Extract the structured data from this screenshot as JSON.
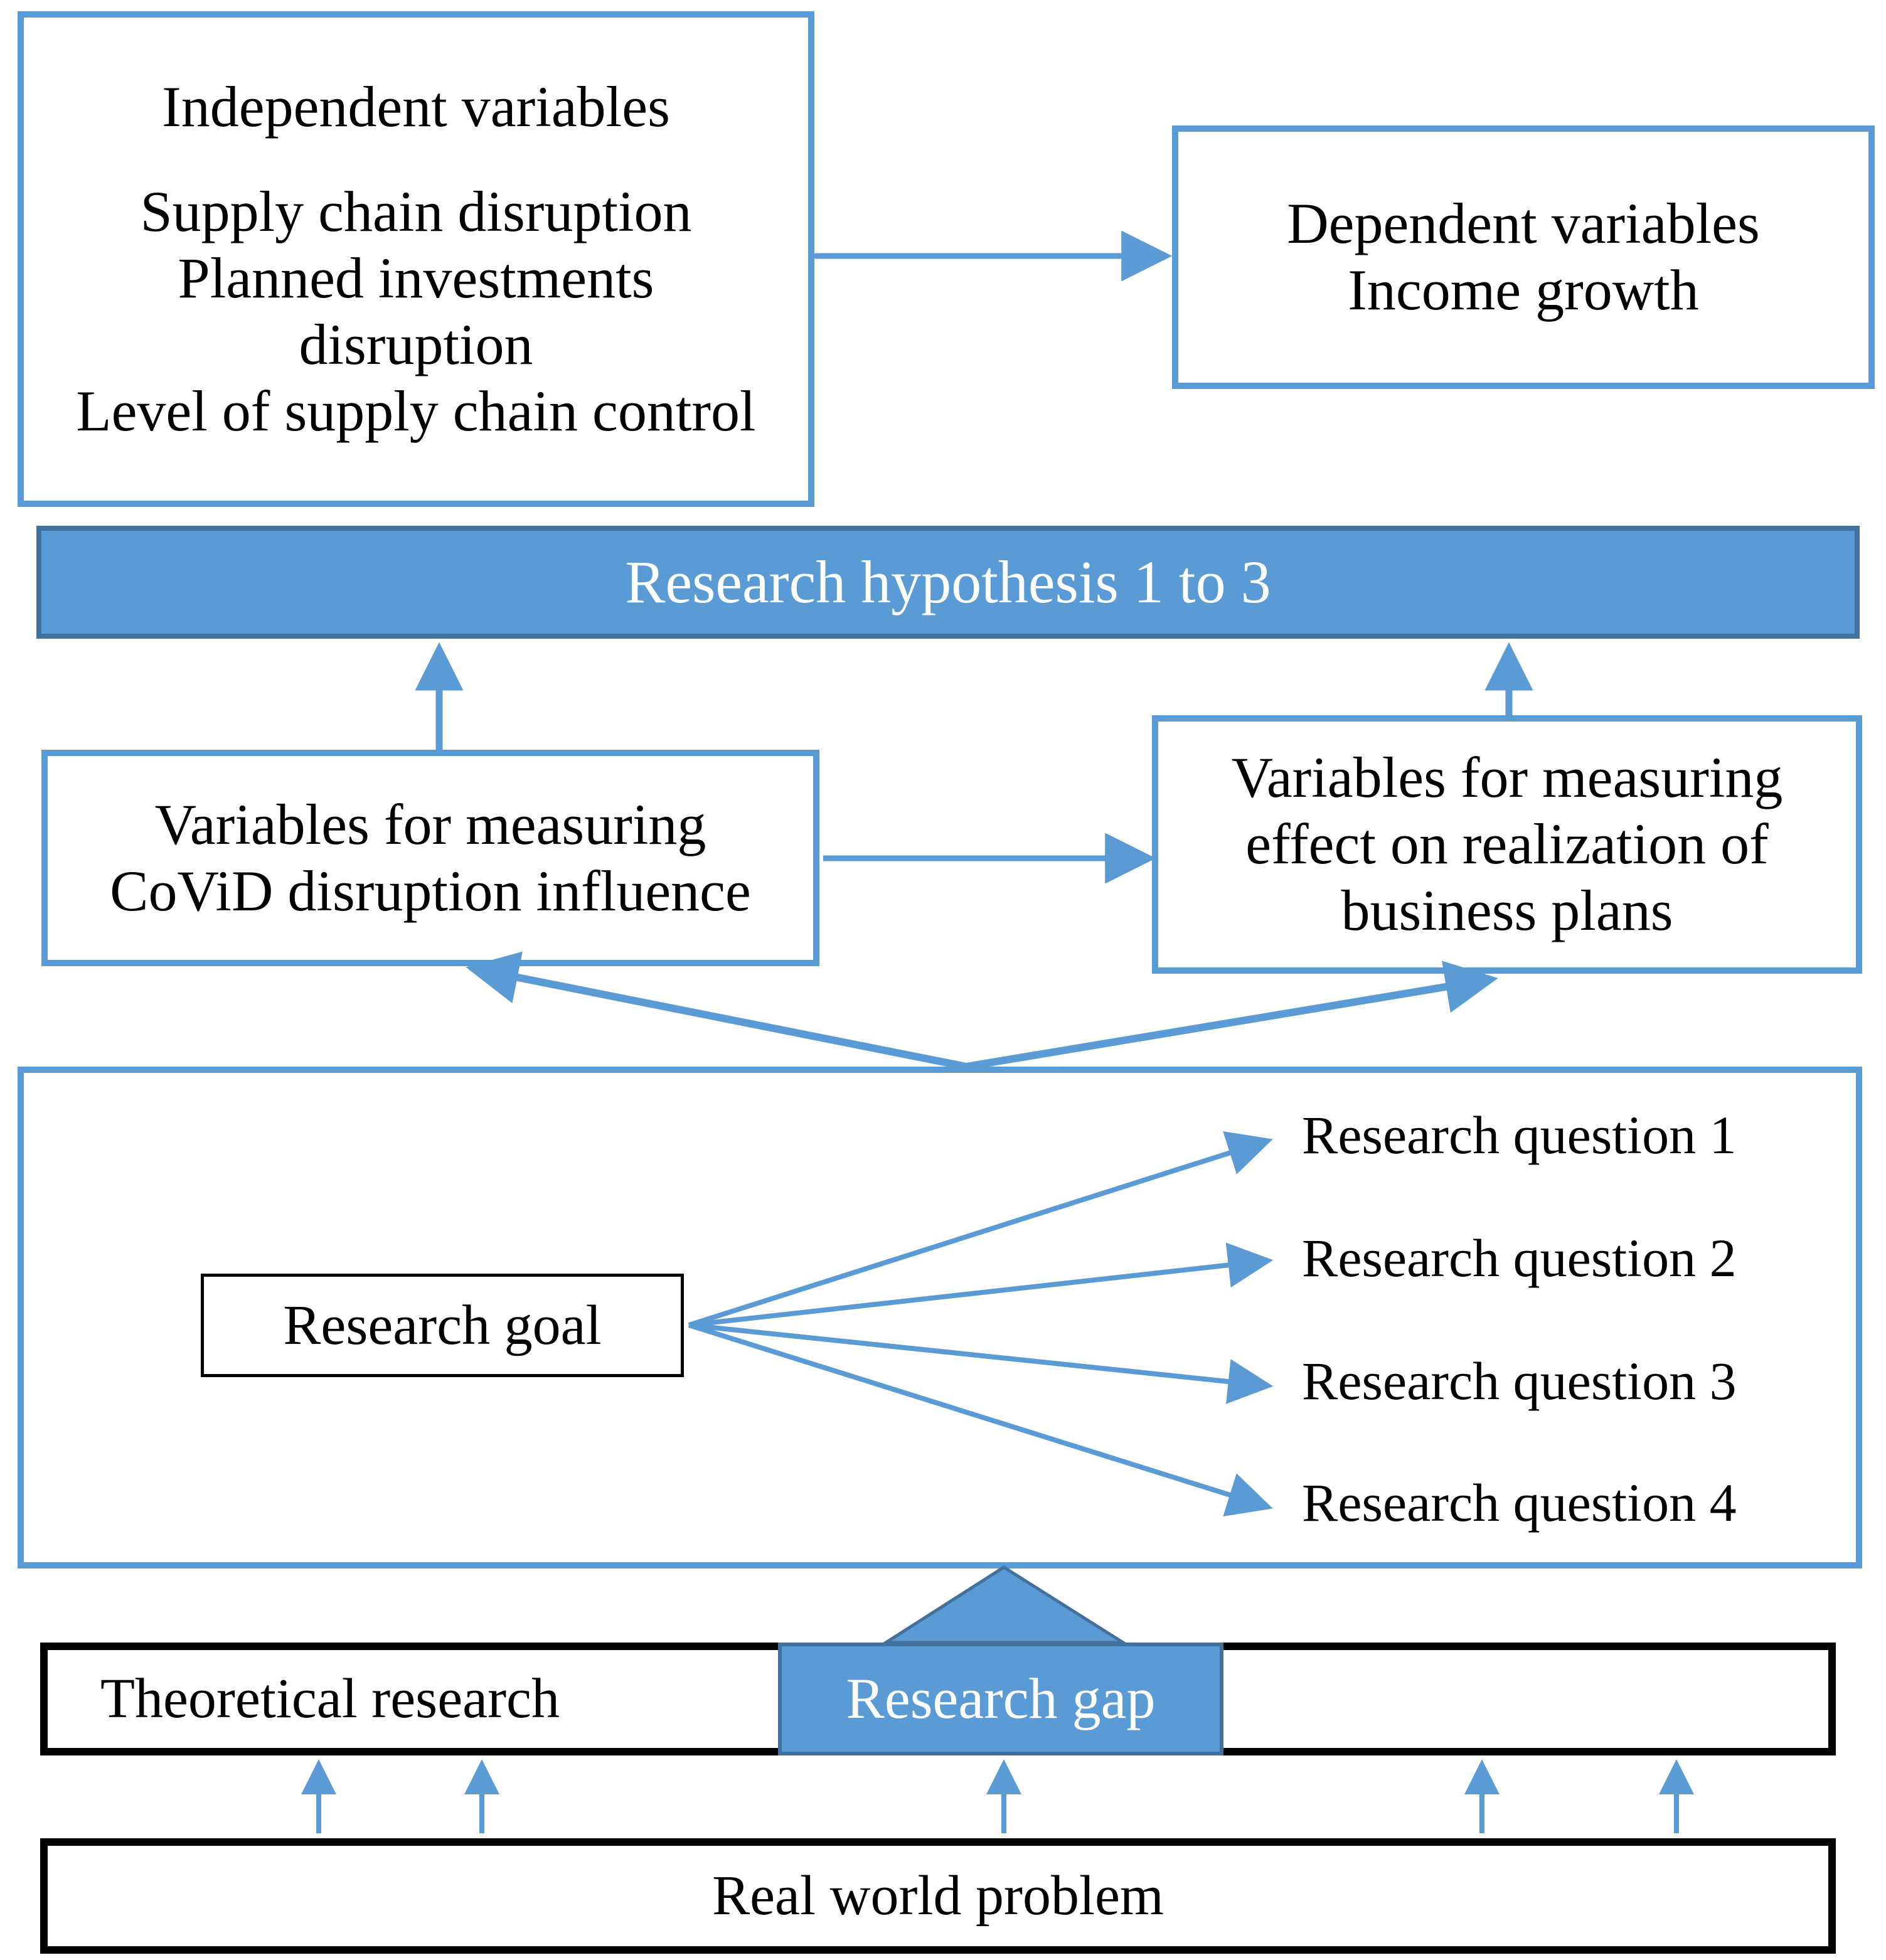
{
  "diagram": {
    "title": "Research framework flow diagram",
    "colors": {
      "accent_blue": "#5b9bd5",
      "accent_blue_dark": "#41719c",
      "black": "#000000",
      "white": "#ffffff"
    },
    "nodes": {
      "independent_variables": {
        "label": "Independent variables",
        "items_text": "Supply chain disruption\nPlanned investments\ndisruption\nLevel of supply chain control"
      },
      "dependent_variables": {
        "label": "Dependent variables",
        "items_text": "Income growth"
      },
      "research_hypothesis": {
        "label": "Research hypothesis 1 to 3"
      },
      "variables_covid": {
        "label": "Variables for measuring\nCoViD disruption influence"
      },
      "variables_business_plans": {
        "label": "Variables for measuring\neffect on realization of\nbusiness plans"
      },
      "research_goal": {
        "label": "Research goal"
      },
      "research_questions": [
        {
          "label": "Research question 1"
        },
        {
          "label": "Research question 2"
        },
        {
          "label": "Research question 3"
        },
        {
          "label": "Research question 4"
        }
      ],
      "theoretical_research": {
        "label": "Theoretical research"
      },
      "research_gap": {
        "label": "Research gap"
      },
      "real_world_problem": {
        "label": "Real world problem"
      }
    },
    "connections": [
      {
        "from": "independent_variables",
        "to": "dependent_variables",
        "kind": "arrow-right"
      },
      {
        "from": "variables_covid",
        "to": "research_hypothesis",
        "kind": "arrow-up"
      },
      {
        "from": "variables_business_plans",
        "to": "research_hypothesis",
        "kind": "arrow-up"
      },
      {
        "from": "variables_covid",
        "to": "variables_business_plans",
        "kind": "arrow-right"
      },
      {
        "from": "research_goal_area",
        "to": "variables_covid",
        "kind": "arrow-up-left"
      },
      {
        "from": "research_goal_area",
        "to": "variables_business_plans",
        "kind": "arrow-up-right"
      },
      {
        "from": "research_goal",
        "to": "research_questions",
        "kind": "fan-arrows"
      },
      {
        "from": "research_gap",
        "to": "research_goal_area",
        "kind": "triangle-up"
      },
      {
        "from": "real_world_problem",
        "to": "theoretical_research",
        "kind": "arrows-up-x5"
      }
    ]
  }
}
